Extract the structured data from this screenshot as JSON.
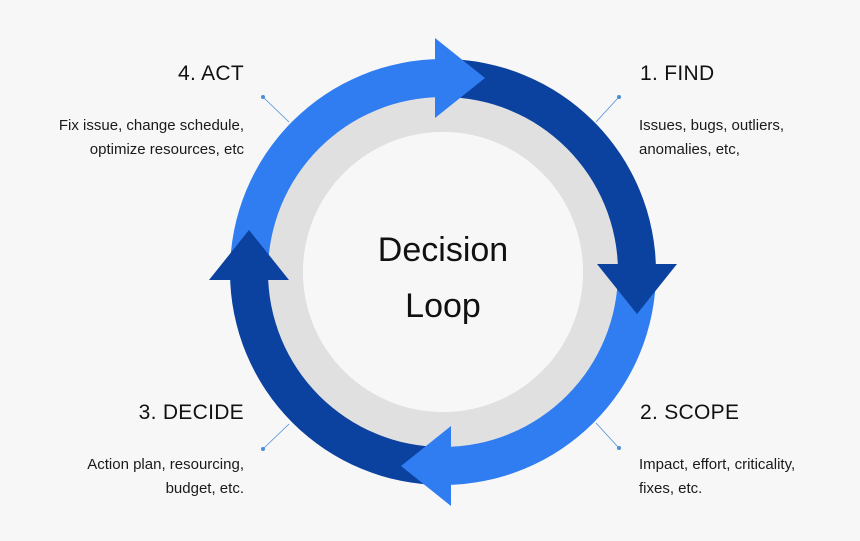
{
  "center": {
    "line1": "Decision",
    "line2": "Loop"
  },
  "steps": [
    {
      "title": "1. FIND",
      "line1": "Issues, bugs, outliers,",
      "line2": "anomalies, etc,"
    },
    {
      "title": "2. SCOPE",
      "line1": "Impact, effort, criticality,",
      "line2": "fixes,  etc."
    },
    {
      "title": "3. DECIDE",
      "line1": "Action plan, resourcing,",
      "line2": "budget, etc."
    },
    {
      "title": "4. ACT",
      "line1": "Fix issue, change schedule,",
      "line2": "optimize resources, etc"
    }
  ],
  "colors": {
    "background": "#f7f7f7",
    "ring_inner": "#e0e0e0",
    "light_blue": "#2f7df0",
    "dark_blue": "#0b419f",
    "connector": "#4a8fd6"
  }
}
